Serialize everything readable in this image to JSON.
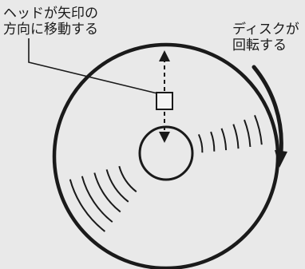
{
  "labels": {
    "head_label_line1": "ヘッドが矢印の",
    "head_label_line2": "方向に移動する",
    "disk_label_line1": "ディスクが",
    "disk_label_line2": "回転する"
  },
  "colors": {
    "background": "#e9e9e9",
    "ink": "#1a1a1a"
  }
}
